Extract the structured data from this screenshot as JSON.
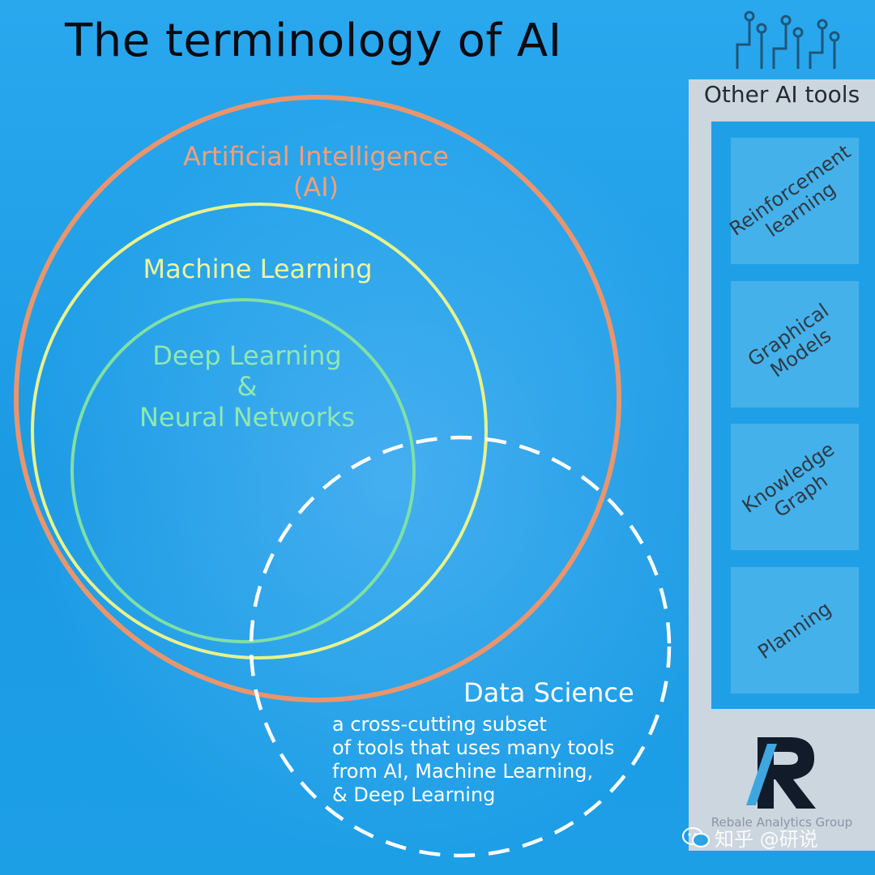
{
  "title": "The terminology of AI",
  "rings": {
    "ai": {
      "line1": "Artificial Intelligence",
      "line2": "(AI)",
      "color": "#e9956d"
    },
    "ml": {
      "label": "Machine Learning",
      "color": "#e9f28c"
    },
    "dl": {
      "line1": "Deep Learning",
      "line2": "&",
      "line3": "Neural Networks",
      "color": "#7fe0a6"
    }
  },
  "data_science": {
    "title": "Data Science",
    "desc_lines": [
      "a cross-cutting subset",
      "of tools that uses many tools",
      "from AI, Machine Learning,",
      "& Deep Learning"
    ]
  },
  "side_panel": {
    "title": "Other AI tools",
    "tools": [
      {
        "line1": "Reinforcement",
        "line2": "learning"
      },
      {
        "line1": "Graphical",
        "line2": "Models"
      },
      {
        "line1": "Knowledge",
        "line2": "Graph"
      },
      {
        "line1": "Planning",
        "line2": ""
      }
    ]
  },
  "logo": {
    "org_name": "Rebale Analytics Group"
  },
  "watermark": {
    "text": "知乎 @研说"
  },
  "icons": [
    "circuit-icon",
    "r-logo-icon",
    "wechat-icon"
  ],
  "colors": {
    "background": "#1f9fe6",
    "panel": "#cbd6df",
    "card": "#45b1ea",
    "dashed": "#ffffff"
  }
}
